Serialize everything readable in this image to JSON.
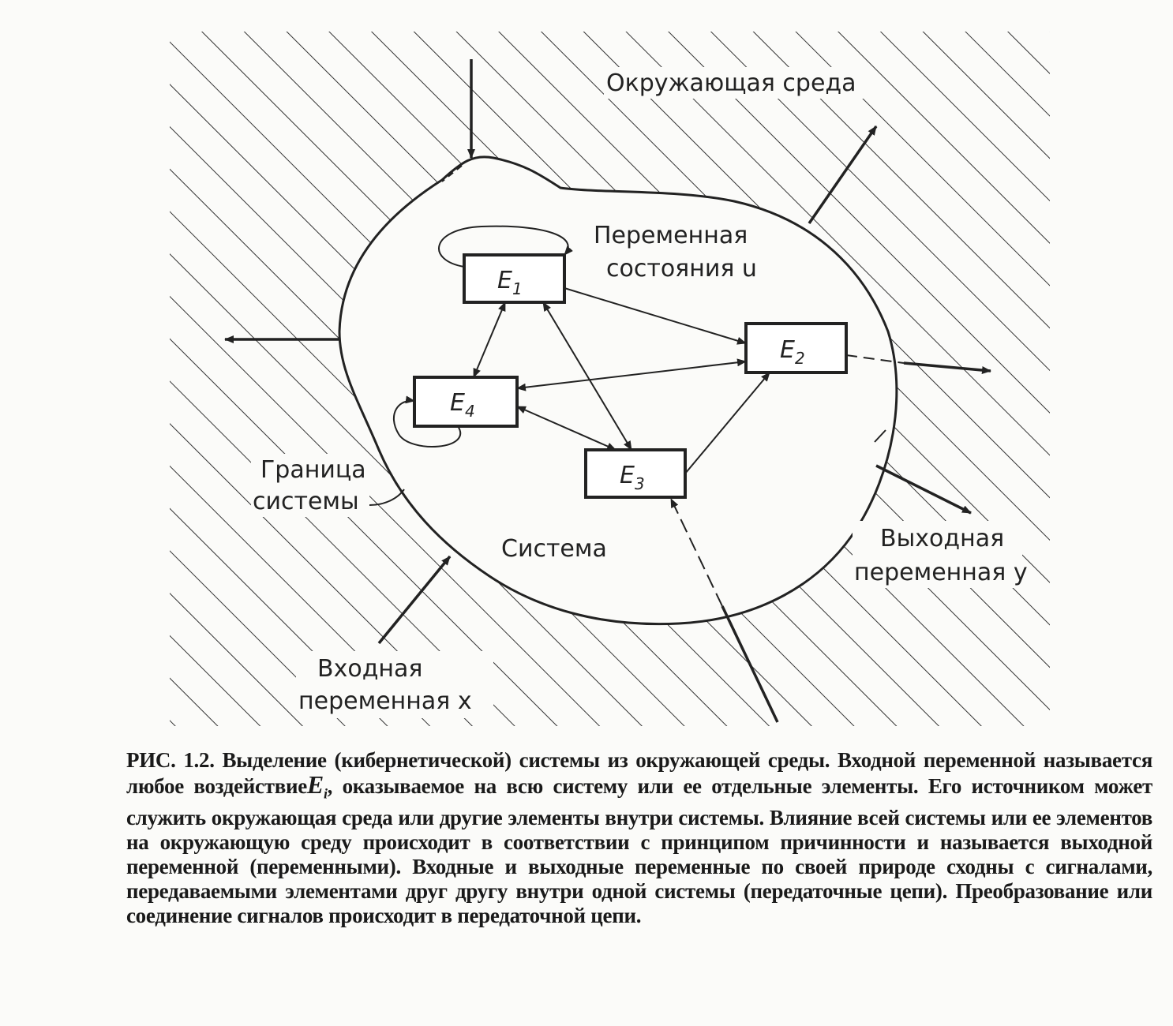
{
  "diagram": {
    "environment_label": "Окружающая среда",
    "state_variable_label_1": "Переменная",
    "state_variable_label_2": "состояния u",
    "boundary_label_1": "Граница",
    "boundary_label_2": "системы",
    "system_label": "Система",
    "output_label_1": "Выходная",
    "output_label_2": "переменная y",
    "input_label_1": "Входная",
    "input_label_2": "переменная x",
    "elements": [
      {
        "letter": "E",
        "index": "1"
      },
      {
        "letter": "E",
        "index": "2"
      },
      {
        "letter": "E",
        "index": "3"
      },
      {
        "letter": "E",
        "index": "4"
      }
    ]
  },
  "caption": {
    "figure_label": "РИС. 1.2.",
    "text_1": "Выделение (кибернетической) системы из окружающей среды. Входной переменной называется любое воздействие",
    "symbol": "E",
    "symbol_sub": "i",
    "text_2": ", оказываемое на всю систему или ее отдельные элементы. Его источником может служить окружающая среда или другие элементы внутри системы. Влияние всей системы или ее элементов на окружающую среду происходит в соответствии с принципом причинности и называется выходной переменной (переменными). Входные и выходные переменные по своей природе сходны с сигналами, передаваемыми элементами друг другу внутри одной системы (передаточные цепи). Преобразование или соединение сигналов происходит в передаточной цепи."
  }
}
